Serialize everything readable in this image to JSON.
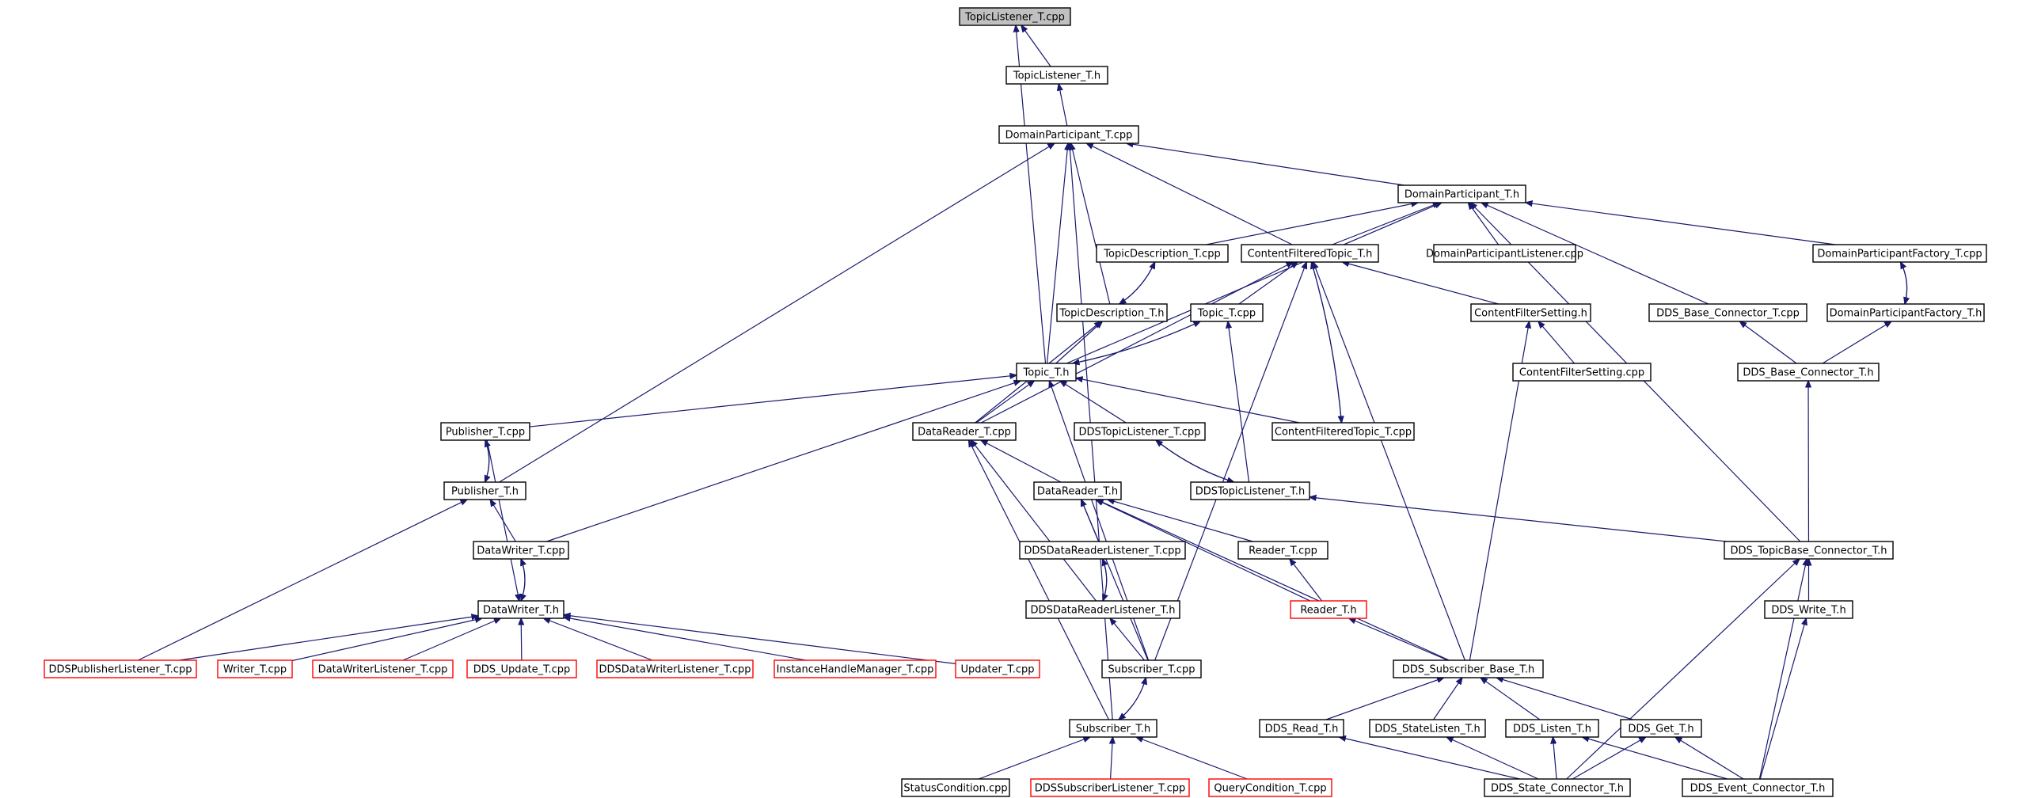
{
  "nodes": [
    {
      "id": "n0",
      "label": "TopicListener_T.cpp",
      "style": "root"
    },
    {
      "id": "n1",
      "label": "TopicListener_T.h",
      "style": "normal"
    },
    {
      "id": "n2",
      "label": "DomainParticipant_T.cpp",
      "style": "normal"
    },
    {
      "id": "n3",
      "label": "DomainParticipant_T.h",
      "style": "normal"
    },
    {
      "id": "n4",
      "label": "TopicDescription_T.cpp",
      "style": "normal"
    },
    {
      "id": "n5",
      "label": "ContentFilteredTopic_T.h",
      "style": "normal"
    },
    {
      "id": "n6",
      "label": "DomainParticipantListener.cpp",
      "style": "normal"
    },
    {
      "id": "n7",
      "label": "DomainParticipantFactory_T.cpp",
      "style": "normal"
    },
    {
      "id": "n8",
      "label": "TopicDescription_T.h",
      "style": "normal"
    },
    {
      "id": "n9",
      "label": "Topic_T.cpp",
      "style": "normal"
    },
    {
      "id": "n10",
      "label": "ContentFilterSetting.h",
      "style": "normal"
    },
    {
      "id": "n11",
      "label": "DDS_Base_Connector_T.cpp",
      "style": "normal"
    },
    {
      "id": "n12",
      "label": "DomainParticipantFactory_T.h",
      "style": "normal"
    },
    {
      "id": "n13",
      "label": "Topic_T.h",
      "style": "normal"
    },
    {
      "id": "n14",
      "label": "ContentFilterSetting.cpp",
      "style": "normal"
    },
    {
      "id": "n15",
      "label": "DDS_Base_Connector_T.h",
      "style": "normal"
    },
    {
      "id": "n16",
      "label": "Publisher_T.cpp",
      "style": "normal"
    },
    {
      "id": "n17",
      "label": "DataReader_T.cpp",
      "style": "normal"
    },
    {
      "id": "n18",
      "label": "DDSTopicListener_T.cpp",
      "style": "normal"
    },
    {
      "id": "n19",
      "label": "ContentFilteredTopic_T.cpp",
      "style": "normal"
    },
    {
      "id": "n20",
      "label": "Publisher_T.h",
      "style": "normal"
    },
    {
      "id": "n21",
      "label": "DataReader_T.h",
      "style": "normal"
    },
    {
      "id": "n22",
      "label": "DDSTopicListener_T.h",
      "style": "normal"
    },
    {
      "id": "n23",
      "label": "DataWriter_T.cpp",
      "style": "normal"
    },
    {
      "id": "n24",
      "label": "DDSDataReaderListener_T.cpp",
      "style": "normal"
    },
    {
      "id": "n25",
      "label": "Reader_T.cpp",
      "style": "normal"
    },
    {
      "id": "n26",
      "label": "DDS_TopicBase_Connector_T.h",
      "style": "normal"
    },
    {
      "id": "n27",
      "label": "DataWriter_T.h",
      "style": "normal"
    },
    {
      "id": "n28",
      "label": "DDSDataReaderListener_T.h",
      "style": "normal"
    },
    {
      "id": "n29",
      "label": "Reader_T.h",
      "style": "red"
    },
    {
      "id": "n30",
      "label": "DDS_Write_T.h",
      "style": "normal"
    },
    {
      "id": "n31",
      "label": "DDSPublisherListener_T.cpp",
      "style": "red"
    },
    {
      "id": "n32",
      "label": "Writer_T.cpp",
      "style": "red"
    },
    {
      "id": "n33",
      "label": "DataWriterListener_T.cpp",
      "style": "red"
    },
    {
      "id": "n34",
      "label": "DDS_Update_T.cpp",
      "style": "red"
    },
    {
      "id": "n35",
      "label": "DDSDataWriterListener_T.cpp",
      "style": "red"
    },
    {
      "id": "n36",
      "label": "InstanceHandleManager_T.cpp",
      "style": "red"
    },
    {
      "id": "n37",
      "label": "Updater_T.cpp",
      "style": "red"
    },
    {
      "id": "n38",
      "label": "Subscriber_T.cpp",
      "style": "normal"
    },
    {
      "id": "n39",
      "label": "DDS_Subscriber_Base_T.h",
      "style": "normal"
    },
    {
      "id": "n40",
      "label": "Subscriber_T.h",
      "style": "normal"
    },
    {
      "id": "n41",
      "label": "DDS_Read_T.h",
      "style": "normal"
    },
    {
      "id": "n42",
      "label": "DDS_StateListen_T.h",
      "style": "normal"
    },
    {
      "id": "n43",
      "label": "DDS_Listen_T.h",
      "style": "normal"
    },
    {
      "id": "n44",
      "label": "DDS_Get_T.h",
      "style": "normal"
    },
    {
      "id": "n45",
      "label": "StatusCondition.cpp",
      "style": "normal"
    },
    {
      "id": "n46",
      "label": "DDSSubscriberListener_T.cpp",
      "style": "red"
    },
    {
      "id": "n47",
      "label": "QueryCondition_T.cpp",
      "style": "red"
    },
    {
      "id": "n48",
      "label": "DDS_State_Connector_T.h",
      "style": "normal"
    },
    {
      "id": "n49",
      "label": "DDS_Event_Connector_T.h",
      "style": "normal"
    }
  ],
  "edges": [
    [
      "n1",
      "n0"
    ],
    [
      "n13",
      "n0"
    ],
    [
      "n2",
      "n1"
    ],
    [
      "n3",
      "n2"
    ],
    [
      "n5",
      "n2"
    ],
    [
      "n8",
      "n2"
    ],
    [
      "n13",
      "n2"
    ],
    [
      "n20",
      "n2"
    ],
    [
      "n40",
      "n2"
    ],
    [
      "n4",
      "n3"
    ],
    [
      "n5",
      "n3"
    ],
    [
      "n6",
      "n3"
    ],
    [
      "n7",
      "n3"
    ],
    [
      "n11",
      "n3"
    ],
    [
      "n13",
      "n3"
    ],
    [
      "n26",
      "n3"
    ],
    [
      "n8",
      "n4"
    ],
    [
      "n9",
      "n5"
    ],
    [
      "n10",
      "n5"
    ],
    [
      "n17",
      "n5"
    ],
    [
      "n19",
      "n5"
    ],
    [
      "n38",
      "n5"
    ],
    [
      "n39",
      "n5"
    ],
    [
      "n12",
      "n7"
    ],
    [
      "n4",
      "n8"
    ],
    [
      "n13",
      "n8"
    ],
    [
      "n17",
      "n8"
    ],
    [
      "n13",
      "n9"
    ],
    [
      "n14",
      "n10"
    ],
    [
      "n39",
      "n10"
    ],
    [
      "n15",
      "n11"
    ],
    [
      "n7",
      "n12"
    ],
    [
      "n15",
      "n12"
    ],
    [
      "n26",
      "n15"
    ],
    [
      "n5",
      "n19"
    ],
    [
      "n9",
      "n13"
    ],
    [
      "n16",
      "n13"
    ],
    [
      "n17",
      "n13"
    ],
    [
      "n18",
      "n13"
    ],
    [
      "n19",
      "n13"
    ],
    [
      "n23",
      "n13"
    ],
    [
      "n38",
      "n13"
    ],
    [
      "n20",
      "n16"
    ],
    [
      "n22",
      "n9"
    ],
    [
      "n21",
      "n17"
    ],
    [
      "n28",
      "n17"
    ],
    [
      "n40",
      "n17"
    ],
    [
      "n16",
      "n20"
    ],
    [
      "n23",
      "n20"
    ],
    [
      "n31",
      "n20"
    ],
    [
      "n24",
      "n21"
    ],
    [
      "n25",
      "n21"
    ],
    [
      "n29",
      "n21"
    ],
    [
      "n38",
      "n21"
    ],
    [
      "n39",
      "n21"
    ],
    [
      "n18",
      "n22"
    ],
    [
      "n22",
      "n18"
    ],
    [
      "n26",
      "n22"
    ],
    [
      "n27",
      "n23"
    ],
    [
      "n28",
      "n24"
    ],
    [
      "n29",
      "n25"
    ],
    [
      "n30",
      "n26"
    ],
    [
      "n48",
      "n26"
    ],
    [
      "n49",
      "n26"
    ],
    [
      "n16",
      "n27"
    ],
    [
      "n23",
      "n27"
    ],
    [
      "n31",
      "n27"
    ],
    [
      "n32",
      "n27"
    ],
    [
      "n33",
      "n27"
    ],
    [
      "n34",
      "n27"
    ],
    [
      "n35",
      "n27"
    ],
    [
      "n36",
      "n27"
    ],
    [
      "n37",
      "n27"
    ],
    [
      "n24",
      "n28"
    ],
    [
      "n38",
      "n28"
    ],
    [
      "n39",
      "n29"
    ],
    [
      "n49",
      "n30"
    ],
    [
      "n40",
      "n38"
    ],
    [
      "n41",
      "n39"
    ],
    [
      "n42",
      "n39"
    ],
    [
      "n43",
      "n39"
    ],
    [
      "n44",
      "n39"
    ],
    [
      "n38",
      "n40"
    ],
    [
      "n45",
      "n40"
    ],
    [
      "n46",
      "n40"
    ],
    [
      "n47",
      "n40"
    ],
    [
      "n48",
      "n41"
    ],
    [
      "n48",
      "n42"
    ],
    [
      "n48",
      "n43"
    ],
    [
      "n49",
      "n43"
    ],
    [
      "n48",
      "n44"
    ],
    [
      "n49",
      "n44"
    ]
  ]
}
